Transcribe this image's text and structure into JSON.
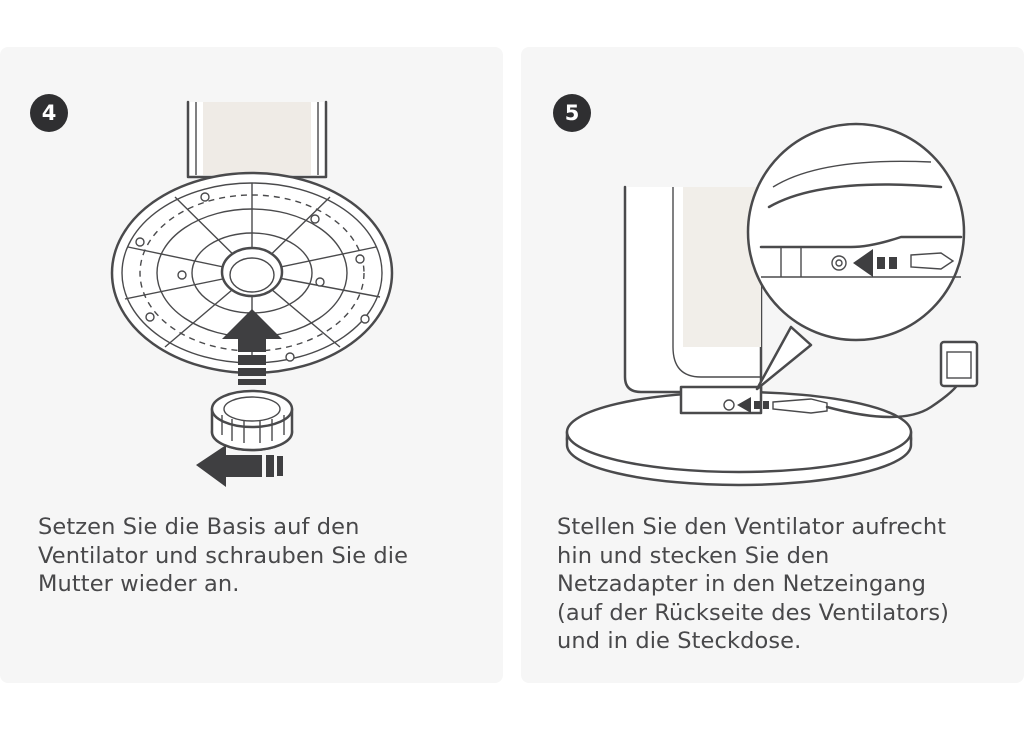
{
  "steps": [
    {
      "number": "4",
      "caption": "Setzen Sie die Basis auf den\nVentilator und schrauben Sie die\nMutter wieder an."
    },
    {
      "number": "5",
      "caption": "Stellen Sie den Ventilator aufrecht\nhin und stecken Sie den\nNetzadapter in den Netzeingang\n(auf der Rückseite des Ventilators)\nund in die Steckdose."
    }
  ],
  "colors": {
    "panel_background": "#f6f6f6",
    "badge": "#2f2f31",
    "line_art": "#4a4a4c",
    "caption_text": "#48484a"
  }
}
